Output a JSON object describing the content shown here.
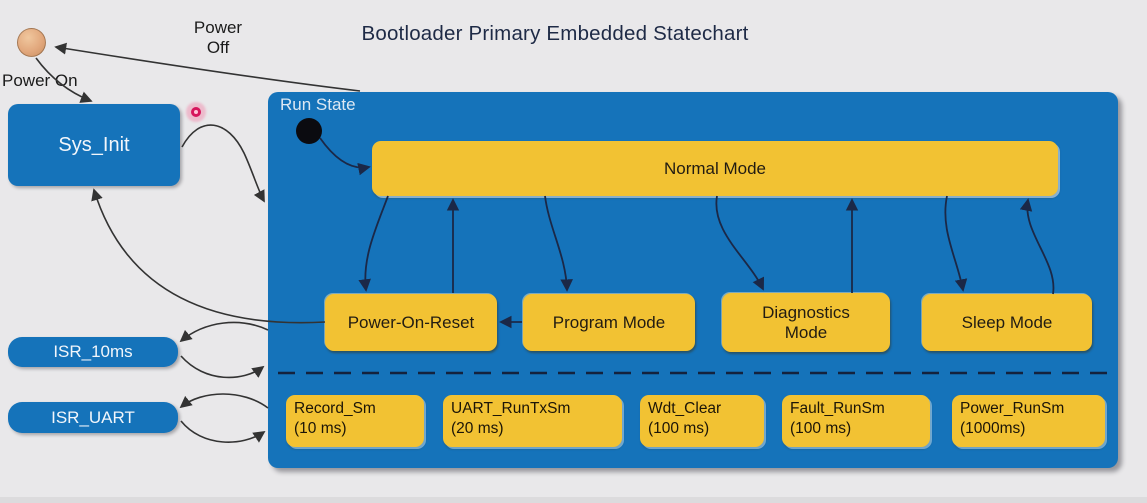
{
  "title": "Bootloader Primary Embedded Statechart",
  "labels": {
    "power_on": "Power On",
    "power_off_line1": "Power",
    "power_off_line2": "Off"
  },
  "states": {
    "sys_init": "Sys_Init",
    "run_state": "Run State",
    "normal_mode": "Normal Mode",
    "power_on_reset": "Power-On-Reset",
    "program_mode": "Program Mode",
    "diagnostics_line1": "Diagnostics",
    "diagnostics_line2": "Mode",
    "sleep_mode": "Sleep Mode"
  },
  "isr": {
    "isr_10ms": "ISR_10ms",
    "isr_uart": "ISR_UART"
  },
  "tasks": [
    {
      "name": "Record_Sm",
      "period": "(10 ms)"
    },
    {
      "name": "UART_RunTxSm",
      "period": "(20 ms)"
    },
    {
      "name": "Wdt_Clear",
      "period": "(100 ms)"
    },
    {
      "name": "Fault_RunSm",
      "period": "(100 ms)"
    },
    {
      "name": "Power_RunSm",
      "period": "(1000ms)"
    }
  ],
  "colors": {
    "state_blue": "#1573ba",
    "state_yellow": "#f2c233",
    "background": "#e9e8ea",
    "initial_circle_tan": "#e2a87d",
    "arrow_outside": "#333333",
    "arrow_inside": "#1b2847",
    "cursor_pink": "#d6155c",
    "title_text": "#1e2a46"
  }
}
